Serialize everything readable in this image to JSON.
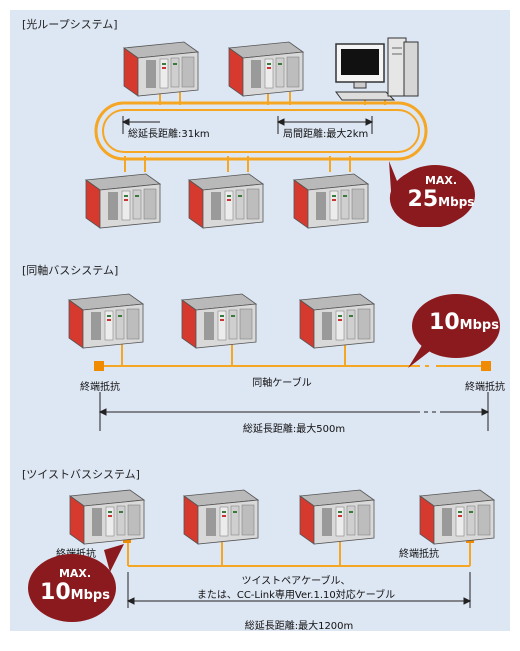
{
  "sections": {
    "optical": {
      "title": "[光ループシステム]",
      "total_distance": "総延長距離:31km",
      "station_distance": "局間距離:最大2km",
      "badge_top": "MAX.",
      "badge_value": "25",
      "badge_unit": "Mbps"
    },
    "coaxial": {
      "title": "[同軸バスシステム]",
      "terminator_left": "終端抵抗",
      "terminator_right": "終端抵抗",
      "cable": "同軸ケーブル",
      "total_distance": "総延長距離:最大500m",
      "badge_value": "10",
      "badge_unit": "Mbps"
    },
    "twisted": {
      "title": "[ツイストバスシステム]",
      "terminator_left": "終端抵抗",
      "terminator_right": "終端抵抗",
      "cable_line1": "ツイストペアケーブル、",
      "cable_line2": "または、CC-Link専用Ver.1.10対応ケーブル",
      "total_distance": "総延長距離:最大1200m",
      "badge_top": "MAX.",
      "badge_value": "10",
      "badge_unit": "Mbps"
    }
  },
  "colors": {
    "background": "#dde6f3",
    "cable": "#f5a623",
    "terminator": "#f08a00",
    "badge": "#8b1a1e",
    "plc_red": "#d63a2e"
  }
}
